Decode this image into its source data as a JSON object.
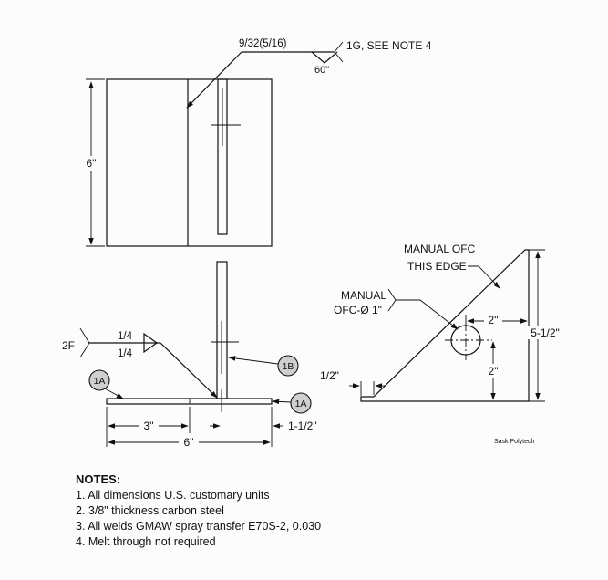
{
  "weld_top": {
    "size": "9/32(5/16)",
    "angle": "60\"",
    "tail": "1G, SEE NOTE 4"
  },
  "weld_bottom": {
    "tail": "2F",
    "size_above": "1/4",
    "size_below": "1/4"
  },
  "dimensions": {
    "height": "6\"",
    "base_half": "3\"",
    "base_full": "6\"",
    "offset_right": "1-1/2\"",
    "gusset_height": "5-1/2\"",
    "hole_horizontal": "2\"",
    "hole_vertical": "2\"",
    "edge_offset": "1/2\""
  },
  "callouts": {
    "b1_bottom_left": "1A",
    "b1_bottom_right": "1A",
    "b1_vertical": "1B"
  },
  "labels": {
    "ofc_edge_line1": "MANUAL OFC",
    "ofc_edge_line2": "THIS EDGE",
    "ofc_hole_line1": "MANUAL",
    "ofc_hole_line2": "OFC-Ø 1\""
  },
  "credit": "Sask Polytech",
  "notes": {
    "heading": "NOTES:",
    "items": [
      "1.  All dimensions U.S. customary units",
      "2.  3/8\" thickness carbon steel",
      "3.  All welds GMAW spray transfer E70S-2, 0.030",
      "4.  Melt through not required"
    ]
  }
}
